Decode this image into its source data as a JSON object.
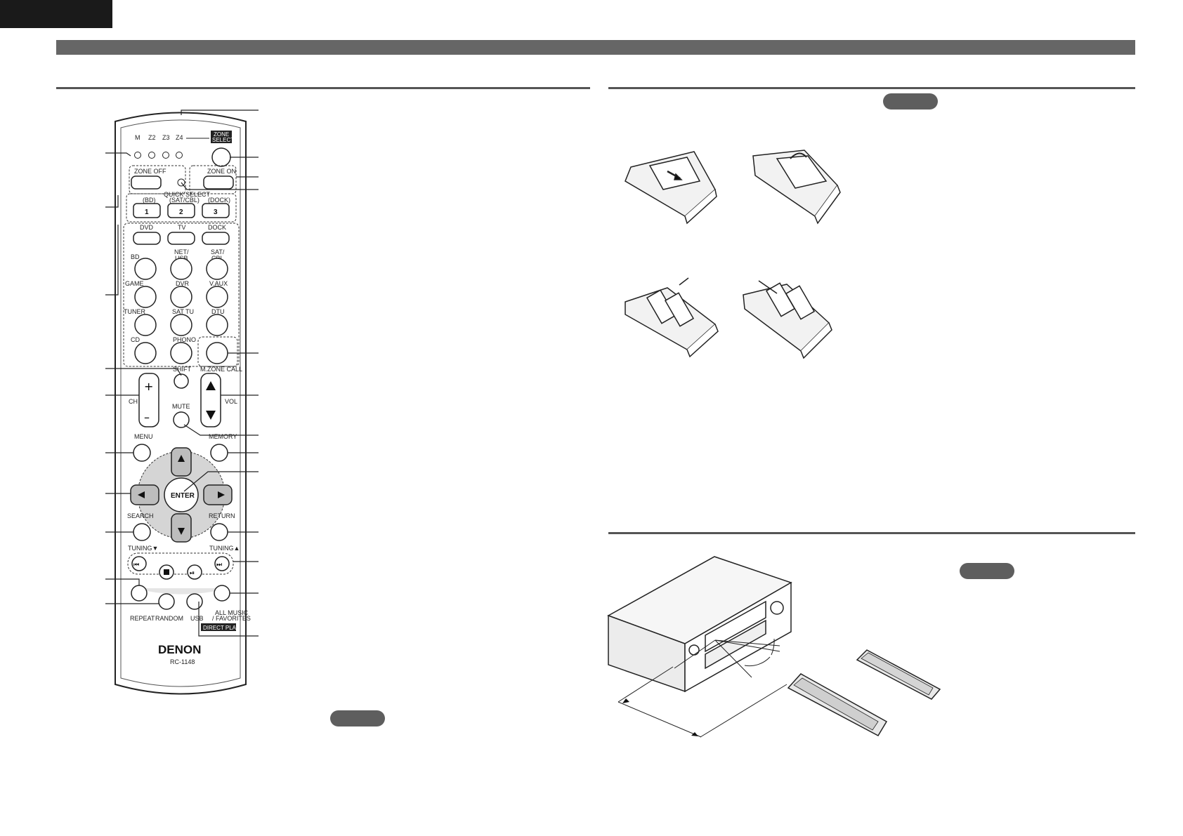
{
  "remote": {
    "zone_indicators": [
      "M",
      "Z2",
      "Z3",
      "Z4"
    ],
    "zone_select": [
      "ZONE",
      "SELECT"
    ],
    "zone_off": "ZONE OFF",
    "zone_on": "ZONE ON",
    "quick_select": "QUICK SELECT",
    "quick_sub": [
      "(BD)",
      "(SAT/CBL)",
      "(DOCK)"
    ],
    "quick_nums": [
      "1",
      "2",
      "3"
    ],
    "top_sources": [
      "DVD",
      "TV",
      "DOCK"
    ],
    "src_row1": [
      "BD",
      "NET/",
      "USB",
      "SAT/",
      "CBL"
    ],
    "src_row2": [
      "GAME",
      "DVR",
      "V.AUX"
    ],
    "src_row3": [
      "TUNER",
      "SAT TU",
      "DTU"
    ],
    "src_row4": [
      "CD",
      "PHONO"
    ],
    "shift": "SHIFT",
    "mzone_call": "M.ZONE CALL",
    "ch_label": "CH",
    "vol_label": "VOL",
    "mute": "MUTE",
    "menu": "MENU",
    "memory": "MEMORY",
    "enter": "ENTER",
    "search": "SEARCH",
    "return": "RETURN",
    "tuning_down": "TUNING▼",
    "tuning_up": "TUNING▲",
    "repeat": "REPEAT",
    "random": "RANDOM",
    "usb": "USB",
    "all_music": "ALL MUSIC",
    "favorites": "/ FAVORITES",
    "direct_play": "DIRECT PLAY",
    "brand": "DENON",
    "model": "RC-1148"
  }
}
